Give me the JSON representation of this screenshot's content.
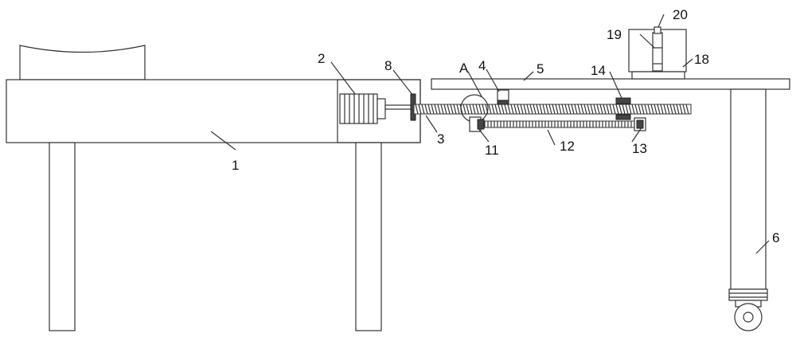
{
  "figure": {
    "callouts": [
      {
        "id": "1",
        "text": "1"
      },
      {
        "id": "2",
        "text": "2"
      },
      {
        "id": "3",
        "text": "3"
      },
      {
        "id": "4",
        "text": "4"
      },
      {
        "id": "5",
        "text": "5"
      },
      {
        "id": "6",
        "text": "6"
      },
      {
        "id": "8",
        "text": "8"
      },
      {
        "id": "11",
        "text": "11"
      },
      {
        "id": "12",
        "text": "12"
      },
      {
        "id": "13",
        "text": "13"
      },
      {
        "id": "14",
        "text": "14"
      },
      {
        "id": "18",
        "text": "18"
      },
      {
        "id": "19",
        "text": "19"
      },
      {
        "id": "20",
        "text": "20"
      },
      {
        "id": "A",
        "text": "A"
      }
    ]
  }
}
